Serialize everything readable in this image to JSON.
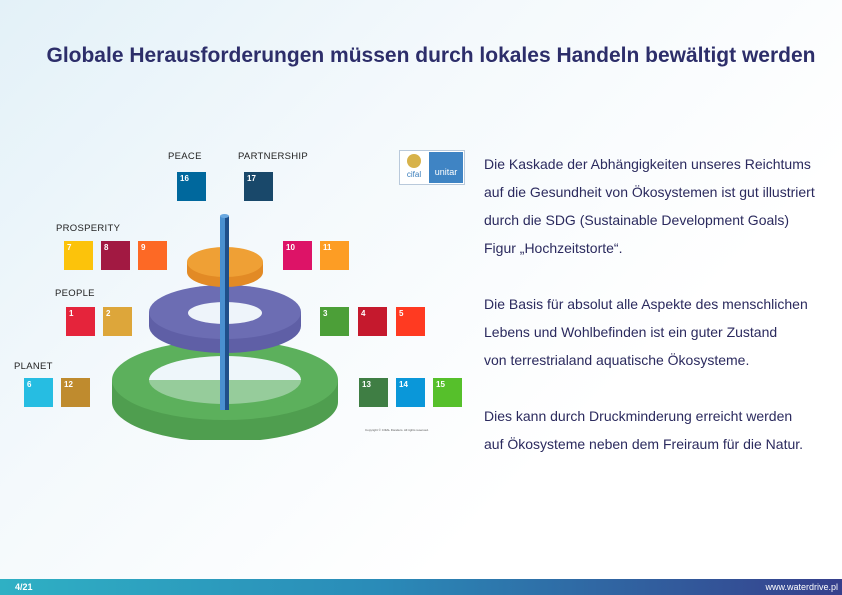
{
  "title": "Globale Herausforderungen müssen durch lokales Handeln bewältigt werden",
  "diagram": {
    "labels": {
      "peace": "PEACE",
      "partnership": "PARTNERSHIP",
      "prosperity": "PROSPERITY",
      "people": "PEOPLE",
      "planet": "PLANET"
    },
    "logos": {
      "cifal": "cifal",
      "unitar": "unitar"
    },
    "copyright": "Copyright © CIFAL Flanders. All rights reserved.",
    "tiles": [
      {
        "n": "1",
        "color": "#E5243B"
      },
      {
        "n": "2",
        "color": "#DDA63A"
      },
      {
        "n": "3",
        "color": "#4C9F38"
      },
      {
        "n": "4",
        "color": "#C5192D"
      },
      {
        "n": "5",
        "color": "#FF3A21"
      },
      {
        "n": "6",
        "color": "#26BDE2"
      },
      {
        "n": "7",
        "color": "#FCC30B"
      },
      {
        "n": "8",
        "color": "#A21942"
      },
      {
        "n": "9",
        "color": "#FD6925"
      },
      {
        "n": "10",
        "color": "#DD1367"
      },
      {
        "n": "11",
        "color": "#FD9D24"
      },
      {
        "n": "12",
        "color": "#BF8B2E"
      },
      {
        "n": "13",
        "color": "#3F7E44"
      },
      {
        "n": "14",
        "color": "#0A97D9"
      },
      {
        "n": "15",
        "color": "#56C02B"
      },
      {
        "n": "16",
        "color": "#00689D"
      },
      {
        "n": "17",
        "color": "#19486A"
      }
    ]
  },
  "text": {
    "p1": [
      "Die Kaskade der Abhängigkeiten unseres Reichtums",
      "auf die Gesundheit von Ökosystemen ist gut illustriert",
      "durch die SDG (Sustainable Development Goals)",
      "Figur „Hochzeitstorte“."
    ],
    "p2": [
      "Die Basis für absolut alle Aspekte des menschlichen",
      "Lebens und Wohlbefinden ist ein guter Zustand",
      "von terrestrialand aquatische Ökosysteme."
    ],
    "p3": [
      "Dies kann durch Druckminderung erreicht werden",
      "auf Ökosysteme neben dem Freiraum für die Natur."
    ]
  },
  "footer": {
    "page": "4/21",
    "url": "www.waterdrive.pl"
  }
}
